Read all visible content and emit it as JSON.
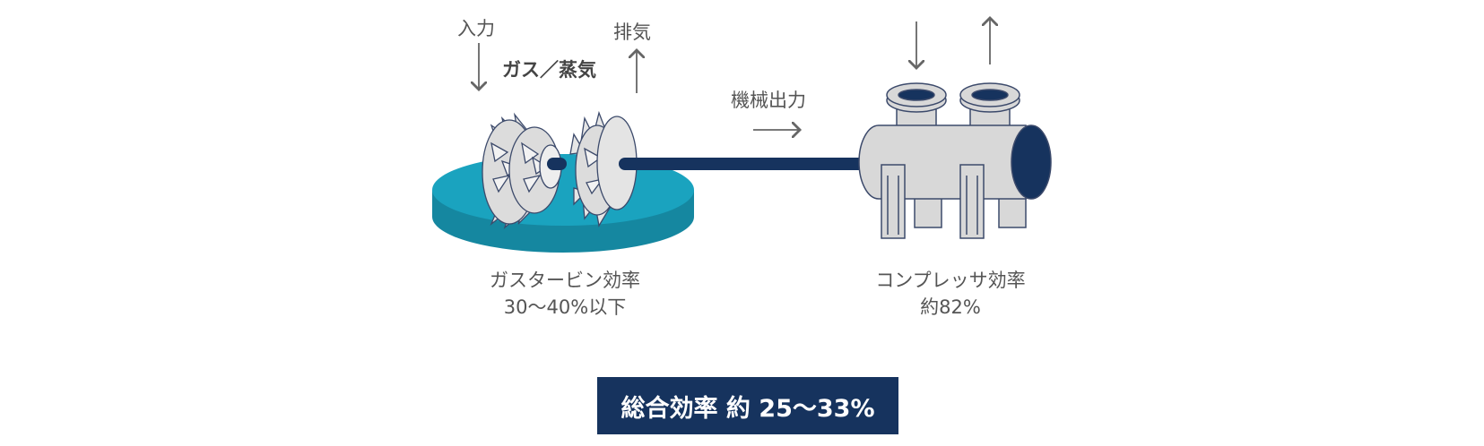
{
  "turbine": {
    "input_label": "入力",
    "exhaust_label": "排気",
    "fuel_label": "ガス／蒸気",
    "efficiency_title": "ガスタービン効率",
    "efficiency_value": "30〜40%以下"
  },
  "shaft": {
    "label": "機械出力"
  },
  "compressor": {
    "efficiency_title": "コンプレッサ効率",
    "efficiency_value": "約82%"
  },
  "total": {
    "label": "総合効率 約 25〜33%"
  },
  "colors": {
    "platform_top": "#1aa3bf",
    "platform_side": "#1587a0",
    "navy": "#16335e",
    "machine_gray": "#d8d8d8",
    "outline": "#3c4a6b",
    "arrow": "#666666"
  }
}
